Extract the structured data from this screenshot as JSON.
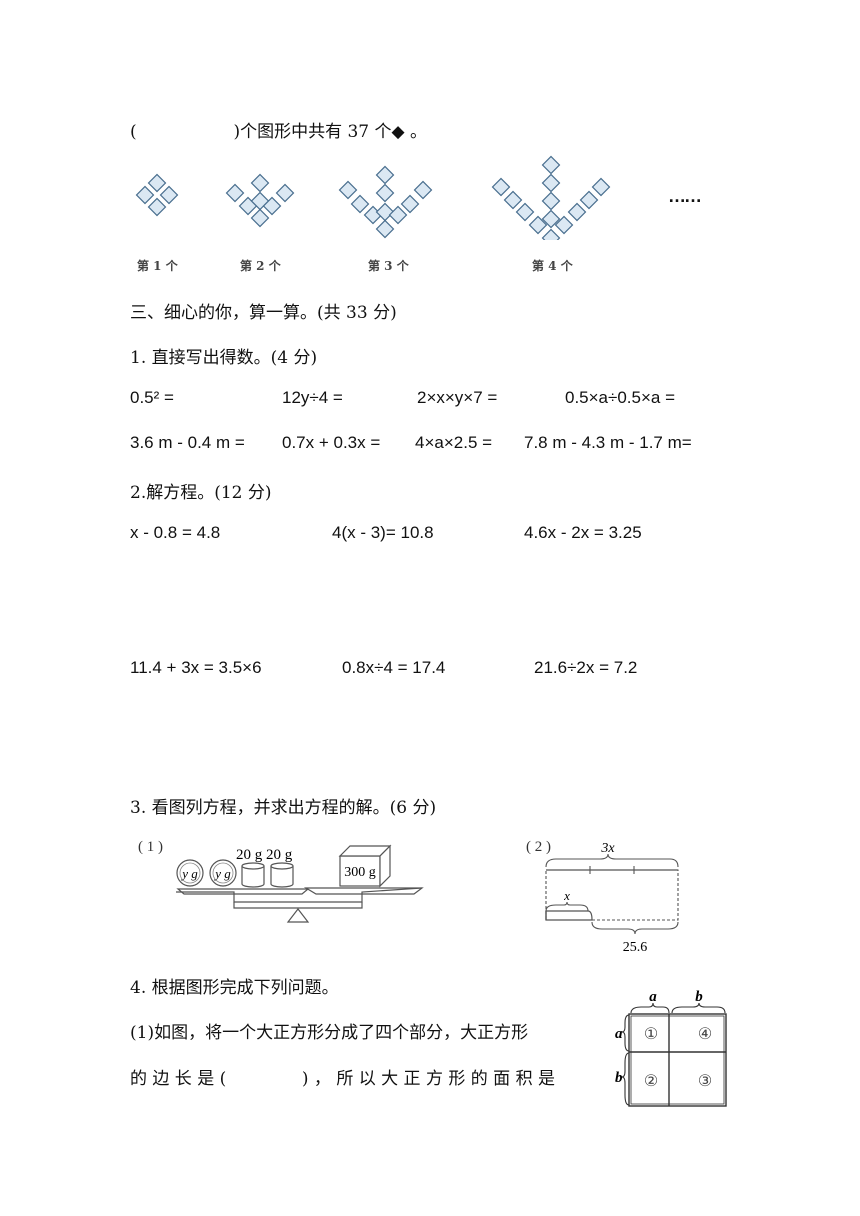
{
  "q_pattern": {
    "blank_left": "(",
    "blank_right": ")个图形中共有 37  个◆   。",
    "captions": [
      "第 1 个",
      "第 2 个",
      "第 3 个",
      "第 4 个"
    ],
    "ellipsis": "……"
  },
  "section3": {
    "title": "三、细心的你，算一算。(共 33  分)",
    "q1": {
      "title": "1.  直接写出得数。(4  分)",
      "row1": [
        "0.5² =",
        "12y÷4 =",
        "2×x×y×7 =",
        "0.5×a÷0.5×a ="
      ],
      "row2": [
        "3.6 m - 0.4 m =",
        "0.7x + 0.3x =",
        "4×a×2.5 =",
        "7.8 m - 4.3 m - 1.7 m="
      ]
    },
    "q2": {
      "title": "2.解方程。(12  分)",
      "row1": [
        "x - 0.8 = 4.8",
        "4(x - 3)= 10.8",
        "4.6x - 2x = 3.25"
      ],
      "row2": [
        "11.4 + 3x = 3.5×6",
        "0.8x÷4 = 17.4",
        "21.6÷2x = 7.2"
      ]
    },
    "q3": {
      "title": "3.  看图列方程，并求出方程的解。(6  分)",
      "fig1": {
        "label": "( 1 )",
        "ball1": "y g",
        "ball2": "y g",
        "cyl_label": "20 g 20 g",
        "box": "300 g"
      },
      "fig2": {
        "label": "( 2 )",
        "top": "3x",
        "small": "x",
        "bottom": "25.6"
      }
    },
    "q4": {
      "title": "4.  根据图形完成下列问题。",
      "line1": "(1)如图，将一个大正方形分成了四个部分，大正方形",
      "line2": "的 边 长 是 (              ) ， 所 以 大 正 方 形 的 面 积 是",
      "fig": {
        "a_top": "a",
        "b_top": "b",
        "a_side": "a",
        "b_side": "b",
        "c1": "①",
        "c2": "②",
        "c3": "③",
        "c4": "④"
      }
    }
  }
}
